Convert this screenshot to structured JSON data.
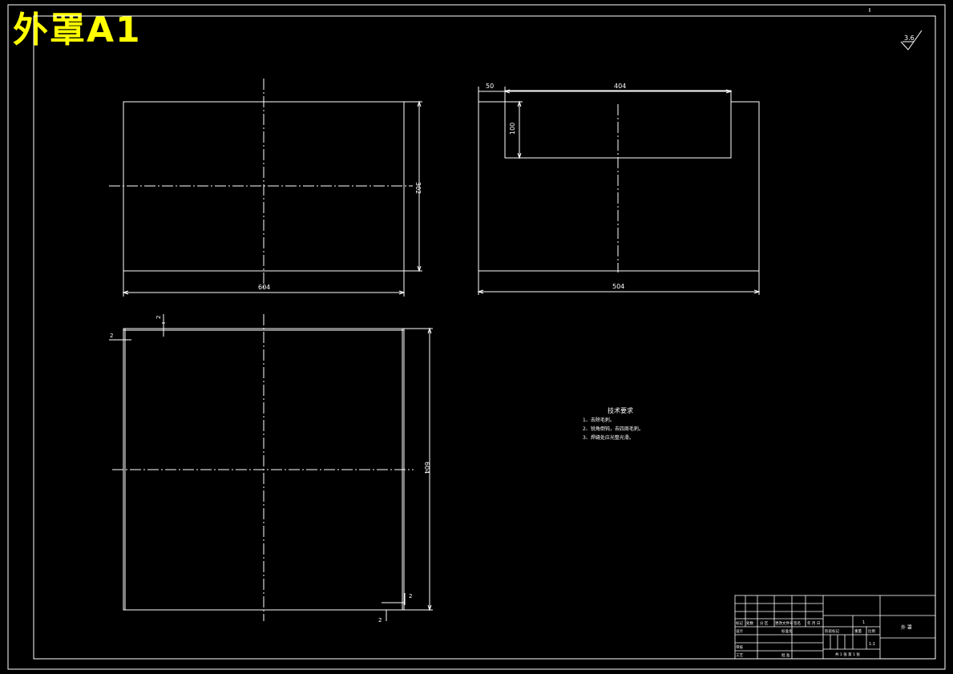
{
  "drawing": {
    "title": "外罩A1",
    "roughness_value": "3.6",
    "views": {
      "top": {
        "width_dim": "604",
        "height_dim": "302"
      },
      "side": {
        "offset_dim": "50",
        "slot_width_dim": "404",
        "slot_depth_dim": "100",
        "width_dim": "504"
      },
      "front": {
        "thickness_top": "2",
        "thickness_left": "2",
        "thickness_bottom": "2",
        "thickness_right": "2",
        "height_dim": "604"
      }
    },
    "notes": {
      "heading": "技术要求",
      "items": [
        "1、去除毛刺。",
        "2、锐角倒钝，去四周毛刺。",
        "3、焊缝处应光整光滑。"
      ]
    },
    "title_block": {
      "part_name": "外 罩",
      "scale": "1:1",
      "quantity": "1",
      "sheet_info": "共 1 张  第 1 张",
      "labels": [
        "标记",
        "处数",
        "分 区",
        "更改文件号",
        "签名",
        "年 月 日",
        "设计",
        "标准化",
        "审核",
        "工艺",
        "批 准",
        "阶段标记",
        "重量",
        "比例"
      ]
    }
  }
}
